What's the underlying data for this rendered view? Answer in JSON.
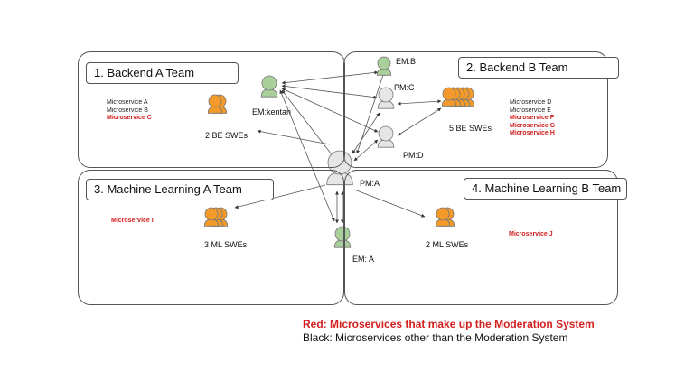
{
  "colors": {
    "red": "#d21f1f",
    "person_green": "#a9cf9a",
    "person_grey": "#e6e6e6",
    "swe_orange": "#f39a2b"
  },
  "teams": [
    {
      "title": "1. Backend A Team",
      "microservices": [
        {
          "text": "Microservice A",
          "moderation": false
        },
        {
          "text": "Microservice B",
          "moderation": false
        },
        {
          "text": "Microservice C",
          "moderation": true
        }
      ],
      "swe_label": "2 BE SWEs"
    },
    {
      "title": "2. Backend B Team",
      "microservices": [
        {
          "text": "Microservice D",
          "moderation": false
        },
        {
          "text": "Microservice E",
          "moderation": false
        },
        {
          "text": "Microservice F",
          "moderation": true
        },
        {
          "text": "Microservice G",
          "moderation": true
        },
        {
          "text": "Microservice H",
          "moderation": true
        }
      ],
      "swe_label": "5 BE SWEs"
    },
    {
      "title": "3. Machine Learning A Team",
      "microservices": [
        {
          "text": "Microservice I",
          "moderation": true
        }
      ],
      "swe_label": "3 ML SWEs"
    },
    {
      "title": "4. Machine Learning B Team",
      "microservices": [
        {
          "text": "Microservice J",
          "moderation": true
        }
      ],
      "swe_label": "2 ML SWEs"
    }
  ],
  "people": {
    "em_kentan": "EM:kentan",
    "em_b": "EM:B",
    "pm_c": "PM:C",
    "pm_d": "PM:D",
    "pm_a": "PM:A",
    "em_a": "EM: A"
  },
  "legend": {
    "red": "Red: Microservices that make up the Moderation System",
    "black": "Black: Microservices other than the Moderation System"
  }
}
